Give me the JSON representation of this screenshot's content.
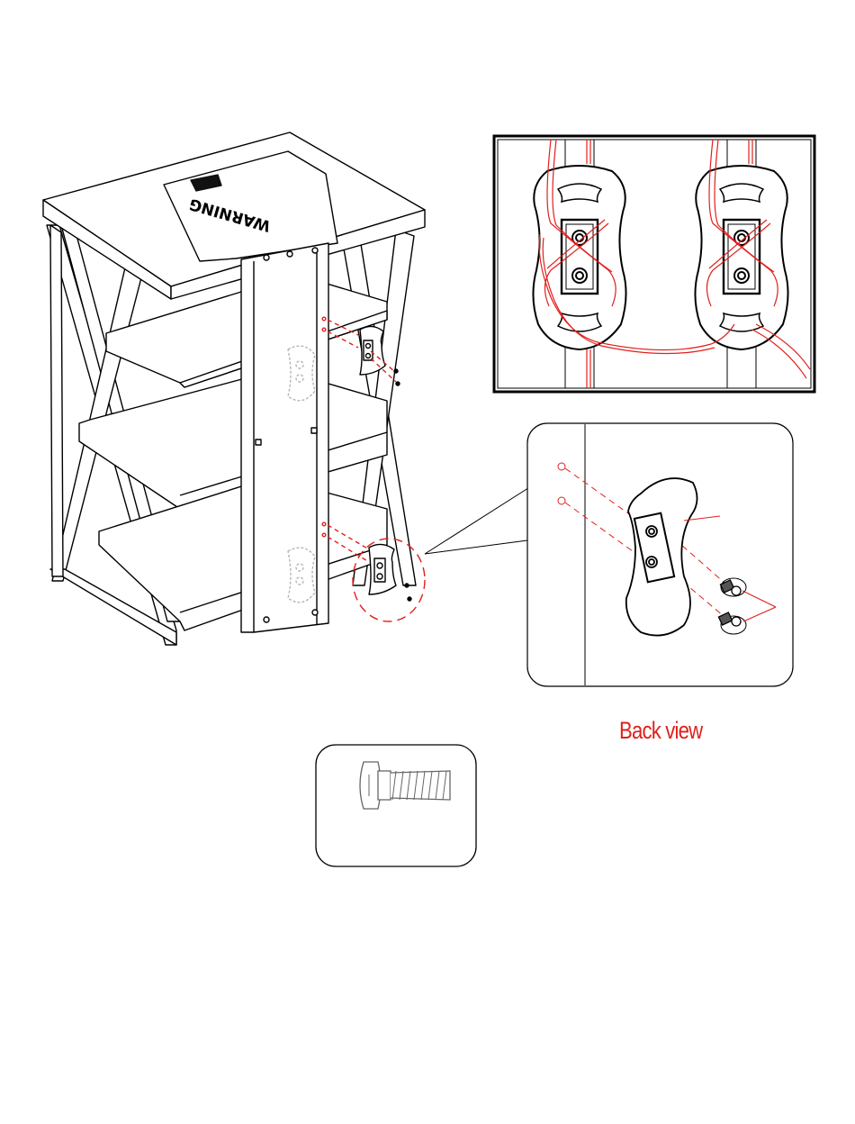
{
  "diagram": {
    "warning_label": "WARNING",
    "back_view_label": "Back view",
    "colors": {
      "line": "#000000",
      "accent_red": "#e0201c",
      "ghost": "#b5b5b5",
      "background": "#ffffff"
    },
    "parts": [
      {
        "name": "shelf-unit",
        "description_icon": "x-frame-shelf-icon"
      },
      {
        "name": "wall-bracket",
        "count_shown": 2,
        "icon": "bracket-icon"
      },
      {
        "name": "screw",
        "count_shown": 2,
        "icon": "screw-icon"
      }
    ]
  }
}
